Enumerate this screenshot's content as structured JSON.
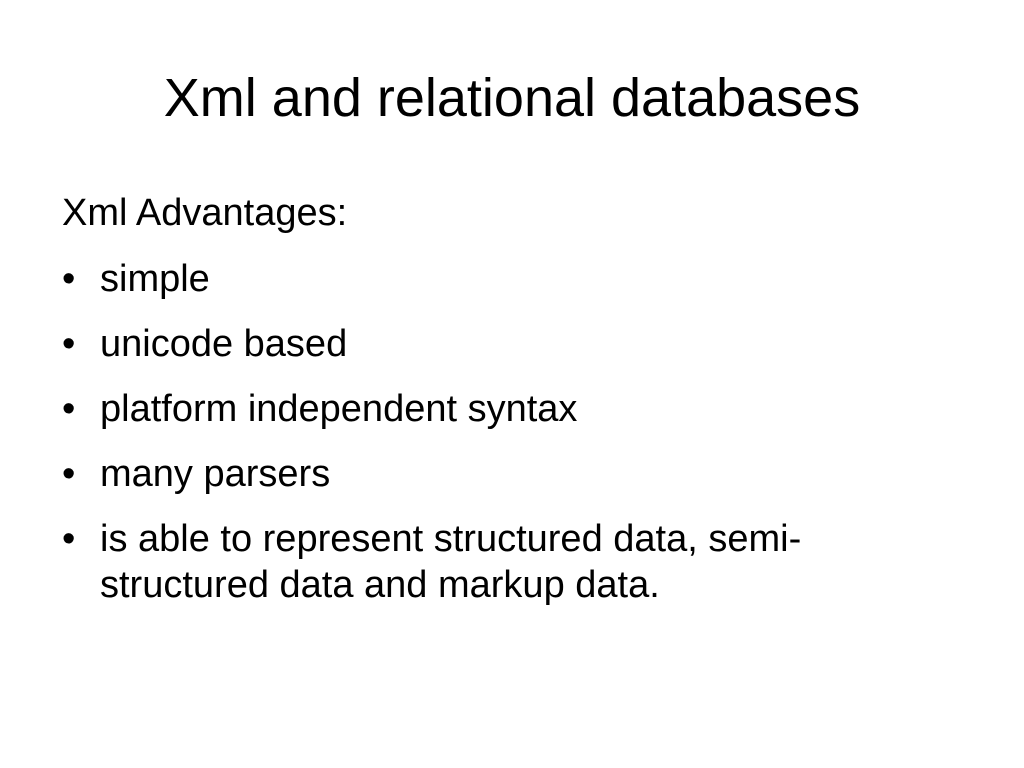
{
  "slide": {
    "title": "Xml and relational databases",
    "intro": "Xml Advantages:",
    "bullet_glyph": "•",
    "bullets": [
      "simple",
      "unicode based",
      "platform independent syntax",
      "many parsers",
      "is able to represent structured data, semi-structured data and markup data."
    ]
  }
}
